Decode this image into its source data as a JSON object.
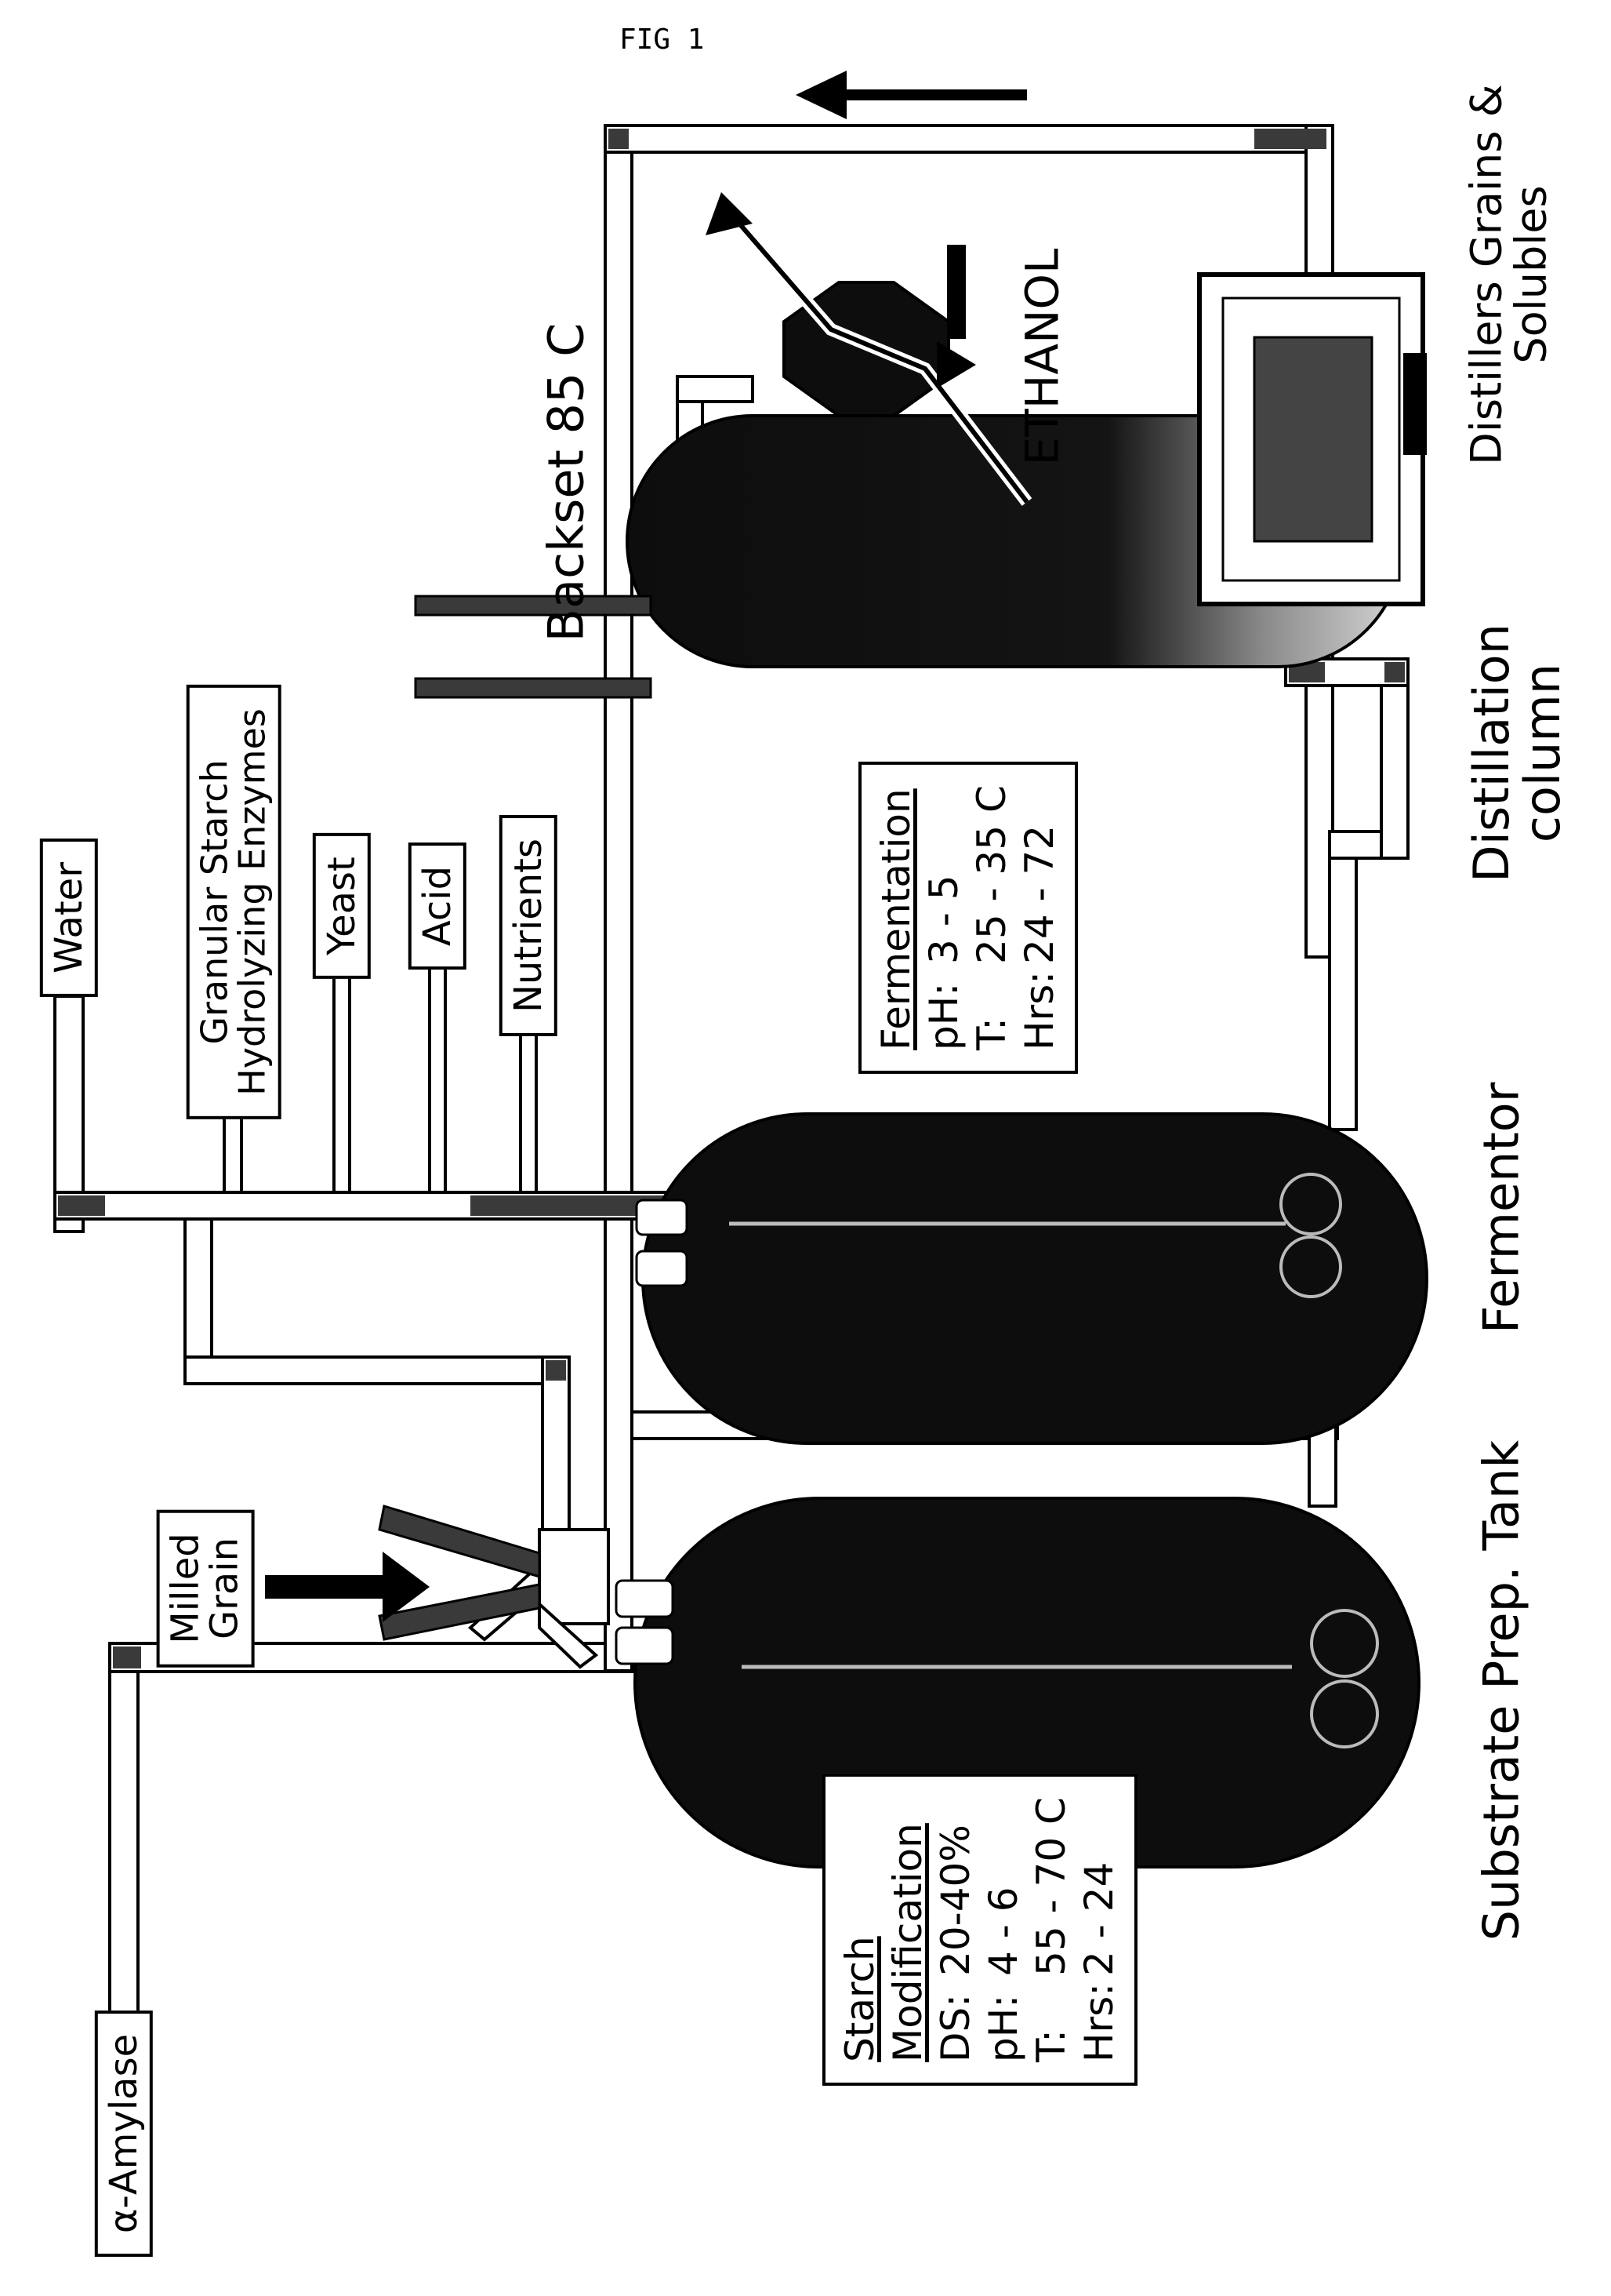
{
  "figure": {
    "title": "FIG 1"
  },
  "inputs": {
    "alpha_amylase": "α-Amylase",
    "milled_grain": [
      "Milled",
      "Grain"
    ],
    "water": "Water",
    "granular_enzymes": [
      "Granular Starch",
      "Hydrolyzing Enzymes"
    ],
    "yeast": "Yeast",
    "acid": "Acid",
    "nutrients": "Nutrients"
  },
  "units": {
    "substrate_tank": "Substrate Prep. Tank",
    "fermentor": "Fermentor",
    "distillation": [
      "Distillation",
      "column"
    ],
    "backset": "Backset 85 C",
    "ethanol": "ETHANOL",
    "ddgs": [
      "Distillers Grains &",
      "Solubles"
    ]
  },
  "starch_modification": {
    "heading": [
      "Starch",
      "Modification"
    ],
    "rows": [
      {
        "key": "DS:",
        "value": "20-40%"
      },
      {
        "key": "pH:",
        "value": "4 - 6"
      },
      {
        "key": "T:",
        "value": "55 - 70 C"
      },
      {
        "key": "Hrs:",
        "value": "2 - 24"
      }
    ]
  },
  "fermentation": {
    "heading": "Fermentation",
    "rows": [
      {
        "key": "pH:",
        "value": "3 - 5"
      },
      {
        "key": "T:",
        "value": "25 - 35 C"
      },
      {
        "key": "Hrs:",
        "value": "24 - 72"
      }
    ]
  },
  "colors": {
    "line": "#000000",
    "tank_fill": "#0d0d0d",
    "pipe_fill": "#ffffff",
    "shade": "#3a3a3a"
  }
}
